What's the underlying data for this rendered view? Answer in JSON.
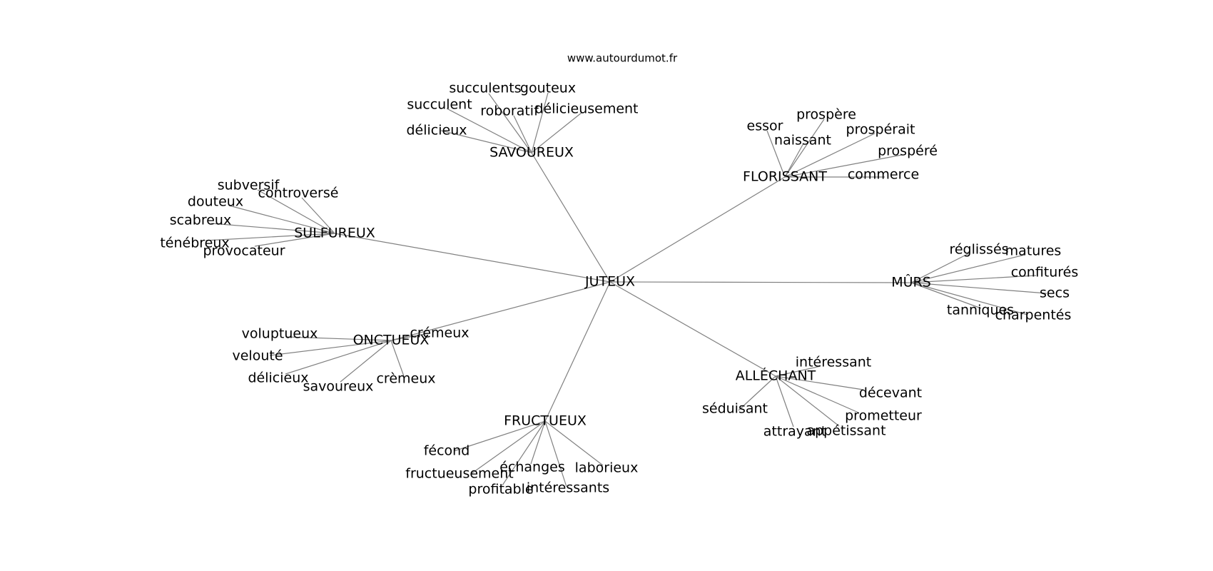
{
  "site": "www.autourdumot.fr",
  "graph": {
    "center": "JUTEUX",
    "groups": [
      {
        "hub": "SAVOUREUX",
        "words": [
          "succulents",
          "gouteux",
          "succulent",
          "roboratif",
          "délicieusement",
          "délicieux"
        ]
      },
      {
        "hub": "FLORISSANT",
        "words": [
          "essor",
          "prospère",
          "naissant",
          "prospérait",
          "prospéré",
          "commerce"
        ]
      },
      {
        "hub": "SULFUREUX",
        "words": [
          "subversif",
          "controversé",
          "douteux",
          "scabreux",
          "ténébreux",
          "provocateur"
        ]
      },
      {
        "hub": "MÛRS",
        "words": [
          "réglissés",
          "matures",
          "confiturés",
          "secs",
          "tanniques",
          "charpentés"
        ]
      },
      {
        "hub": "ONCTUEUX",
        "words": [
          "voluptueux",
          "crémeux",
          "velouté",
          "délicieux",
          "savoureux",
          "crèmeux"
        ]
      },
      {
        "hub": "ALLÉCHANT",
        "words": [
          "intéressant",
          "décevant",
          "séduisant",
          "prometteur",
          "attrayant",
          "appétissant"
        ]
      },
      {
        "hub": "FRUCTUEUX",
        "words": [
          "fécond",
          "échanges",
          "laborieux",
          "fructueusement",
          "profitable",
          "intéressants"
        ]
      }
    ]
  }
}
